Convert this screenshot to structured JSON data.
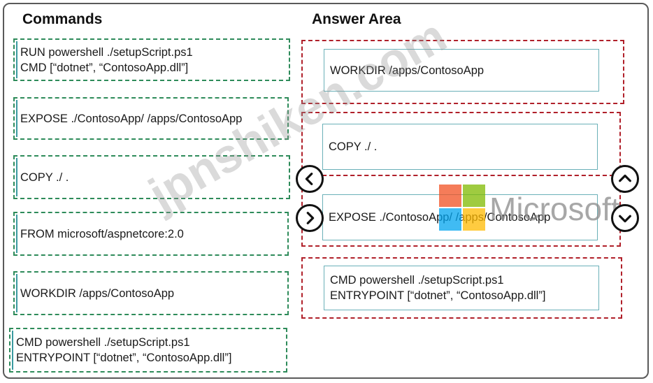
{
  "headings": {
    "commands": "Commands",
    "answer_area": "Answer Area"
  },
  "commands": [
    {
      "lines": [
        "RUN powershell ./setupScript.ps1",
        "CMD [“dotnet”, “ContosoApp.dll”]"
      ]
    },
    {
      "lines": [
        "EXPOSE ./ContosoApp/  /apps/ContosoApp"
      ]
    },
    {
      "lines": [
        "COPY ./ ."
      ]
    },
    {
      "lines": [
        "FROM microsoft/aspnetcore:2.0"
      ]
    },
    {
      "lines": [
        "WORKDIR  /apps/ContosoApp"
      ]
    },
    {
      "lines": [
        "CMD powershell ./setupScript.ps1",
        "ENTRYPOINT [“dotnet”, “ContosoApp.dll”]"
      ]
    }
  ],
  "answers": [
    {
      "lines": [
        "WORKDIR  /apps/ContosoApp"
      ]
    },
    {
      "lines": [
        "COPY ./ ."
      ]
    },
    {
      "lines": [
        "EXPOSE ./ContosoApp/  /apps/ContosoApp"
      ]
    },
    {
      "lines": [
        "CMD powershell ./setupScript.ps1",
        "ENTRYPOINT [“dotnet”, “ContosoApp.dll”]"
      ]
    }
  ],
  "controls": {
    "move_left_icon": "chevron-left-icon",
    "move_right_icon": "chevron-right-icon",
    "move_up_icon": "chevron-up-icon",
    "move_down_icon": "chevron-down-icon"
  },
  "logo": {
    "text": "Microsoft",
    "colors": [
      "#f25022",
      "#7fba00",
      "#00a4ef",
      "#ffb900"
    ]
  },
  "watermark": "jpnshiken.com",
  "colors": {
    "command_border": "#2e8b5a",
    "answer_zone_border": "#b0202a",
    "answer_slot_border": "#6ab0b8"
  }
}
